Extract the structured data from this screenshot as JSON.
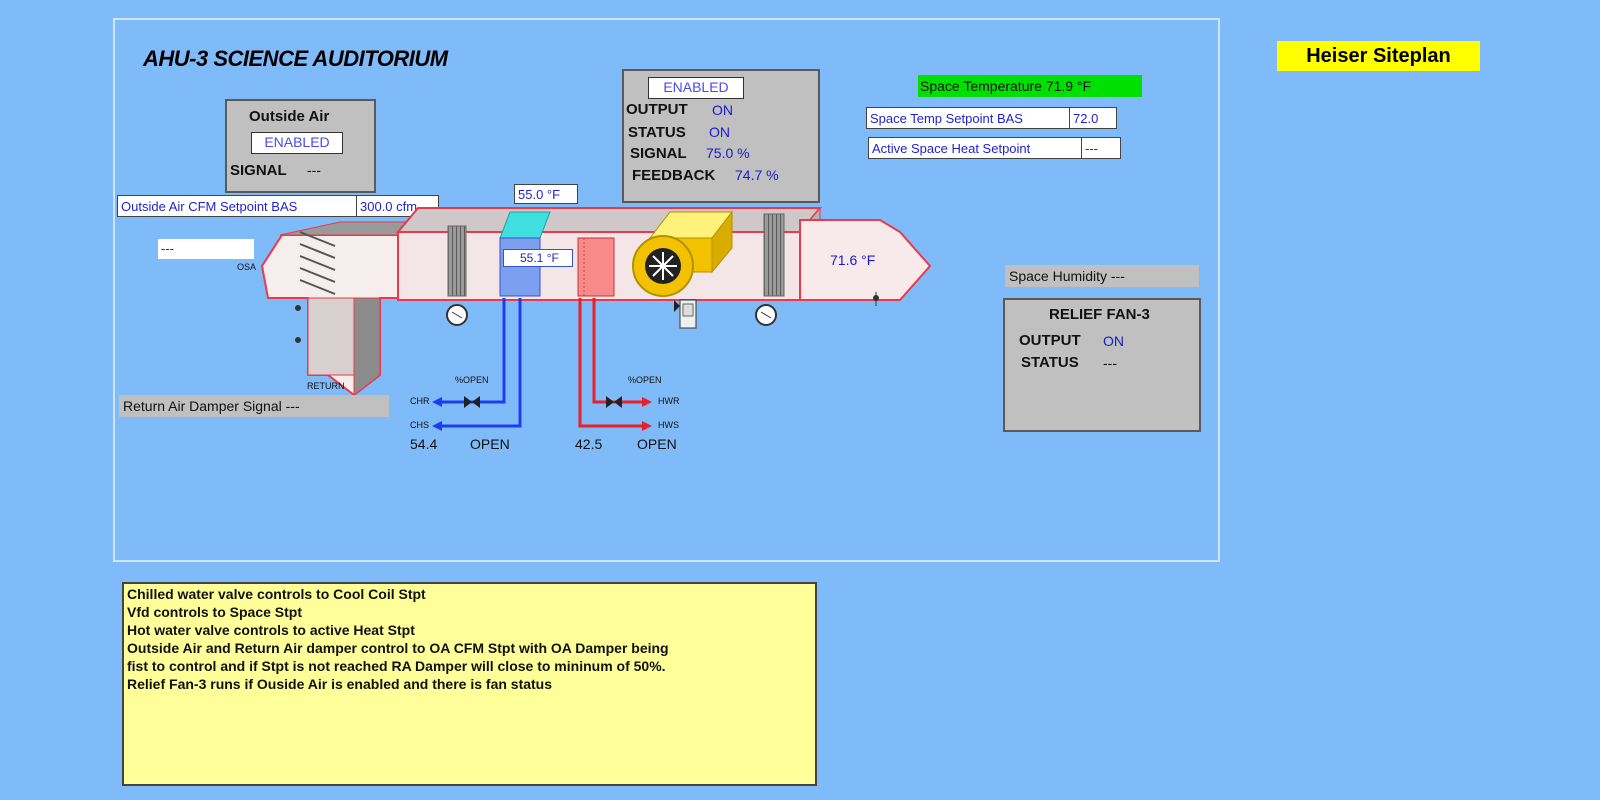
{
  "title": "AHU-3 SCIENCE AUDITORIUM",
  "siteplan_link": "Heiser Siteplan",
  "outside_air": {
    "heading": "Outside Air",
    "enabled": "ENABLED",
    "signal_label": "SIGNAL",
    "signal_value": "---"
  },
  "fan": {
    "enabled": "ENABLED",
    "output_label": "OUTPUT",
    "output_value": "ON",
    "status_label": "STATUS",
    "status_value": "ON",
    "signal_label": "SIGNAL",
    "signal_value": "75.0 %",
    "feedback_label": "FEEDBACK",
    "feedback_value": "74.7 %"
  },
  "space": {
    "temperature": "Space Temperature  71.9 °F",
    "temp_setpoint_label": "Space Temp Setpoint BAS",
    "temp_setpoint_value": "72.0",
    "heat_setpoint_label": "Active Space Heat Setpoint",
    "heat_setpoint_value": "---",
    "humidity": "Space Humidity  ---"
  },
  "relief_fan": {
    "heading": "RELIEF FAN-3",
    "output_label": "OUTPUT",
    "output_value": "ON",
    "status_label": "STATUS",
    "status_value": "---"
  },
  "oa_cfm": {
    "label": "Outside Air CFM Setpoint BAS",
    "value": "300.0 cfm"
  },
  "oa_cfm_reading": "---",
  "osa_label": "OSA",
  "return_label": "RETURN",
  "return_damper": "Return Air Damper Signal  ---",
  "mixed_temp": "55.0 °F",
  "coil_temp": "55.1 °F",
  "discharge_temp": "71.6 °F",
  "chw": {
    "open_label": "%OPEN",
    "chr": "CHR",
    "chs": "CHS",
    "value": "54.4",
    "state": "OPEN"
  },
  "hw": {
    "open_label": "%OPEN",
    "hwr": "HWR",
    "hws": "HWS",
    "value": "42.5",
    "state": "OPEN"
  },
  "notes": [
    "Chilled water valve controls to Cool Coil Stpt",
    "Vfd controls to Space Stpt",
    "Hot water valve controls to active Heat Stpt",
    "Outside Air and Return Air damper control to OA CFM Stpt with OA Damper being",
    "fist to control and if Stpt is not reached RA Damper will close to mininum of 50%.",
    "Relief Fan-3 runs if Ouside Air is enabled and there is fan status"
  ],
  "colors": {
    "background": "#7fbbf9",
    "duct_outline": "#e83a4a",
    "chw_pipe": "#1e3cf0",
    "hw_pipe": "#e8202a",
    "fan_yellow": "#f2c200",
    "highlight_green": "#00e000",
    "siteplan_yellow": "#ffff00",
    "notes_yellow": "#ffff99"
  }
}
